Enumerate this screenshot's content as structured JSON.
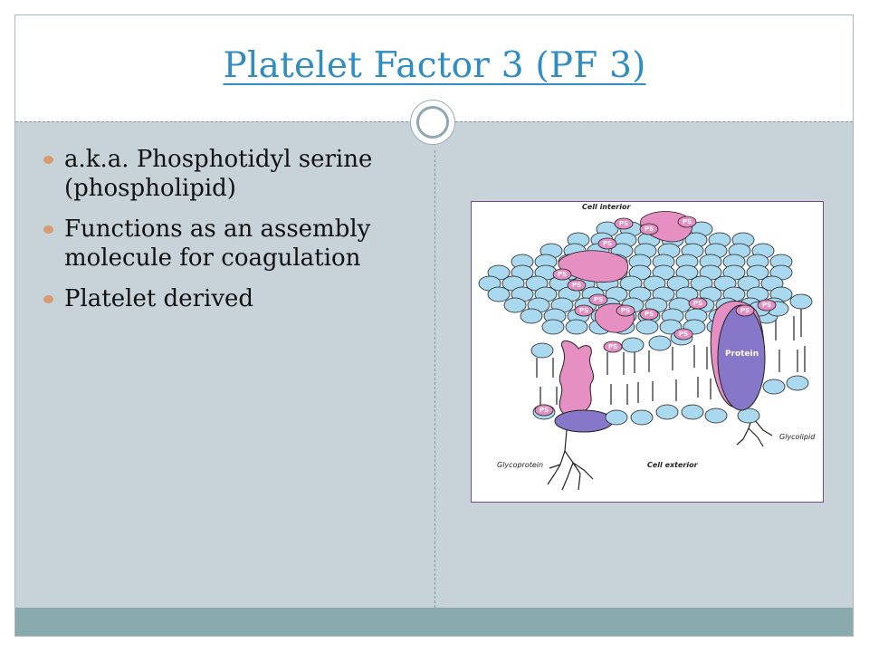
{
  "slide": {
    "title": "Platelet Factor 3 (PF 3)",
    "bullets": [
      "a.k.a. Phosphotidyl serine (phospholipid)",
      "Functions as an assembly molecule for coagulation",
      "Platelet derived"
    ]
  },
  "figure": {
    "labels": {
      "cell_interior": "Cell interior",
      "cell_exterior": "Cell exterior",
      "protein": "Protein",
      "glycoprotein": "Glycoprotein",
      "glycolipid": "Glycolipid",
      "ps": "PS"
    }
  },
  "colors": {
    "title": "#2f8dc4",
    "background": "#c8d3d9",
    "bottom_band": "#8aabae",
    "bullet": "#d89a6f",
    "lipid_head": "#a9d8ef",
    "ps_pink": "#e58fc2",
    "protein": "#8677c9"
  }
}
